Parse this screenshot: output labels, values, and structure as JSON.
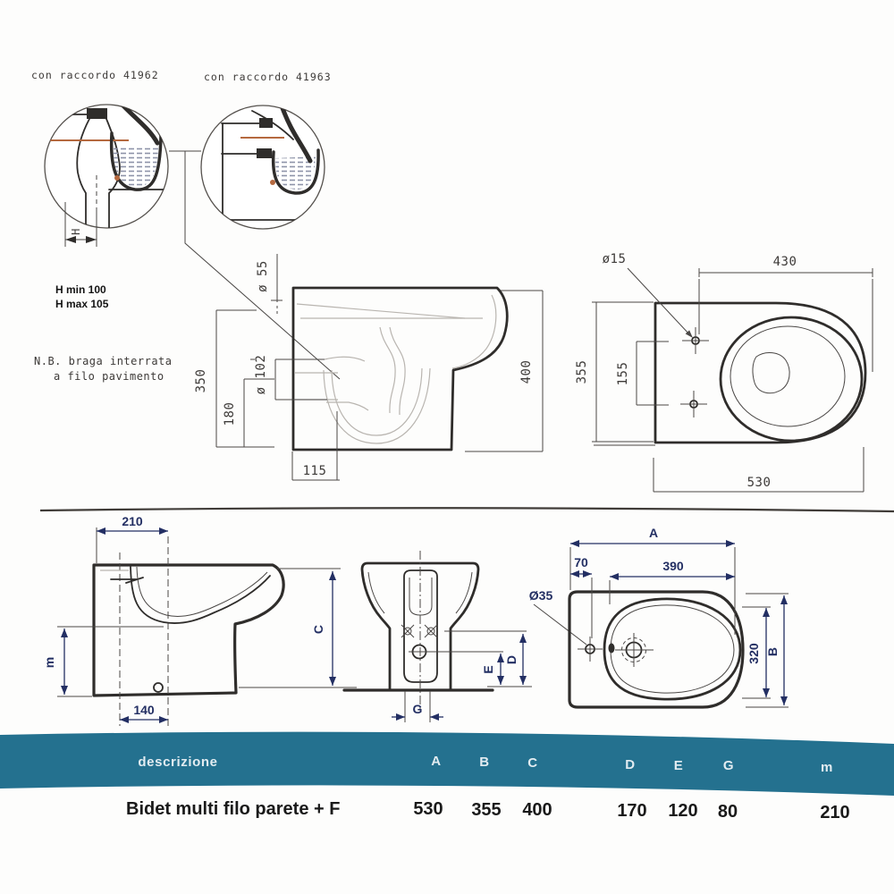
{
  "colors": {
    "ink": "#2f2d2b",
    "light_line": "#b9b5b0",
    "navy": "#232f63",
    "orange": "#b5693f",
    "water_hatch": "#8d93a8",
    "teal_band": "#24718f",
    "band_text": "#e2ecf1",
    "value_text": "#1a1a1a"
  },
  "details": {
    "left_label": "con raccordo 41962",
    "right_label": "con raccordo 41963",
    "h_label": "H"
  },
  "notes": {
    "h_min": "H min 100",
    "h_max": "H max 105",
    "nb_line1": "N.B. braga interrata",
    "nb_line2": "a filo pavimento"
  },
  "wc_side": {
    "dia_55": "ø 55",
    "dia_102": "ø 102",
    "h_350": "350",
    "h_180": "180",
    "w_115": "115",
    "h_400": "400"
  },
  "wc_top": {
    "dia_15": "ø15",
    "w_430": "430",
    "h_355": "355",
    "h_155": "155",
    "w_530": "530"
  },
  "bidet_side": {
    "w_210": "210",
    "m_label": "m",
    "w_140": "140",
    "c_label": "C"
  },
  "bidet_front": {
    "dia_35": "Ø35",
    "e_label": "E",
    "d_label": "D",
    "g_label": "G"
  },
  "bidet_top": {
    "a_label": "A",
    "w_70": "70",
    "w_390": "390",
    "h_320": "320",
    "b_label": "B"
  },
  "table": {
    "header_label": "descrizione",
    "columns": [
      "A",
      "B",
      "C",
      "D",
      "E",
      "G",
      "m"
    ],
    "row_label": "Bidet multi filo parete + F",
    "values": [
      "530",
      "355",
      "400",
      "170",
      "120",
      "80",
      "210"
    ]
  }
}
